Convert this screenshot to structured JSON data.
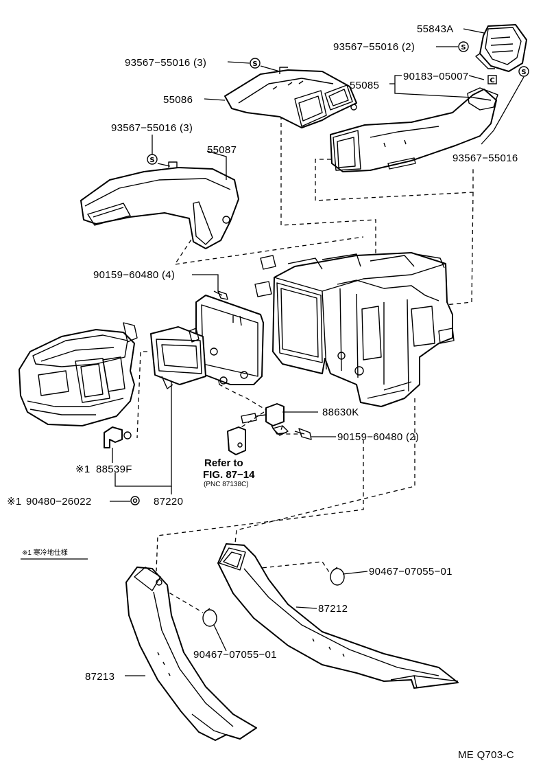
{
  "labels": {
    "p55843a": "55843A",
    "p93567_2": "93567−55016 (2)",
    "p93567_3a": "93567−55016 (3)",
    "p90183": "90183−05007",
    "p55086": "55086",
    "p55085": "55085",
    "p93567_3b": "93567−55016 (3)",
    "p55087": "55087",
    "p93567_r": "93567−55016",
    "p90159_4": "90159−60480 (4)",
    "p88630k": "88630K",
    "p90159_2": "90159−60480 (2)",
    "p88539f": "88539F",
    "p88539f_mark": "※1",
    "refer_line1": "Refer to",
    "refer_line2": "FIG. 87−14",
    "refer_line3": "(PNC 87138C)",
    "p90480": "90480−26022",
    "p90480_mark": "※1",
    "p87220": "87220",
    "footnote": "※1  寒冷地仕様",
    "p90467_a": "90467−07055−01",
    "p87212": "87212",
    "p90467_b": "90467−07055−01",
    "p87213": "87213",
    "figure_code": "ME Q703-C"
  },
  "symbols": {
    "screw_letter": "S",
    "clip_letter": "C"
  }
}
